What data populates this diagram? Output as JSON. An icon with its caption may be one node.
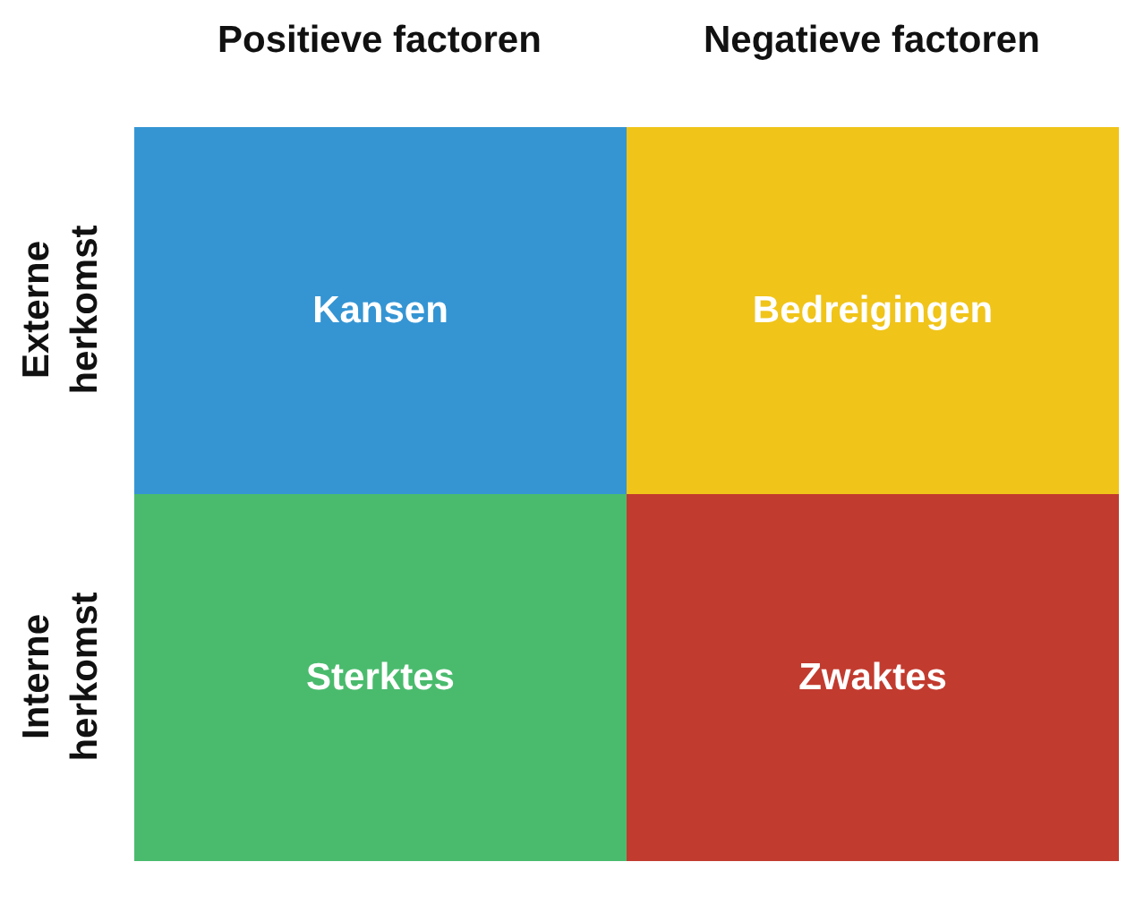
{
  "diagram": {
    "nodes": [
      {
        "text": [
          "Kansen"
        ]
      },
      {
        "text": [
          "Bedreigingen"
        ]
      },
      {
        "text": [
          "Sterktes"
        ]
      },
      {
        "text": [
          "Zwaktes"
        ]
      }
    ],
    "labels": [
      "Positieve factoren",
      "Negatieve factoren",
      "Externe herkomst",
      "Interne herkomst"
    ]
  }
}
